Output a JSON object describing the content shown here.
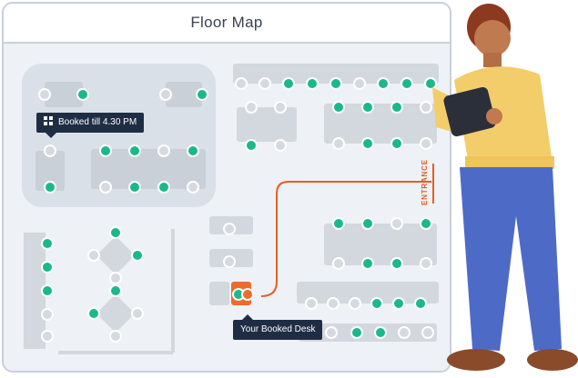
{
  "window": {
    "title": "Floor Map"
  },
  "tags": {
    "booked_till": "Booked till 4.30 PM",
    "your_desk": "Your Booked Desk"
  },
  "labels": {
    "entrance": "ENTRANCE"
  },
  "colors": {
    "available": "#19b98a",
    "occupied": "#d5dae1",
    "booked": "#f06a2a",
    "desk": "#d3d8de",
    "room": "#d9e0e8",
    "tag_bg": "#1f2d44"
  },
  "icons": {
    "tag_icon": "grid-icon"
  }
}
